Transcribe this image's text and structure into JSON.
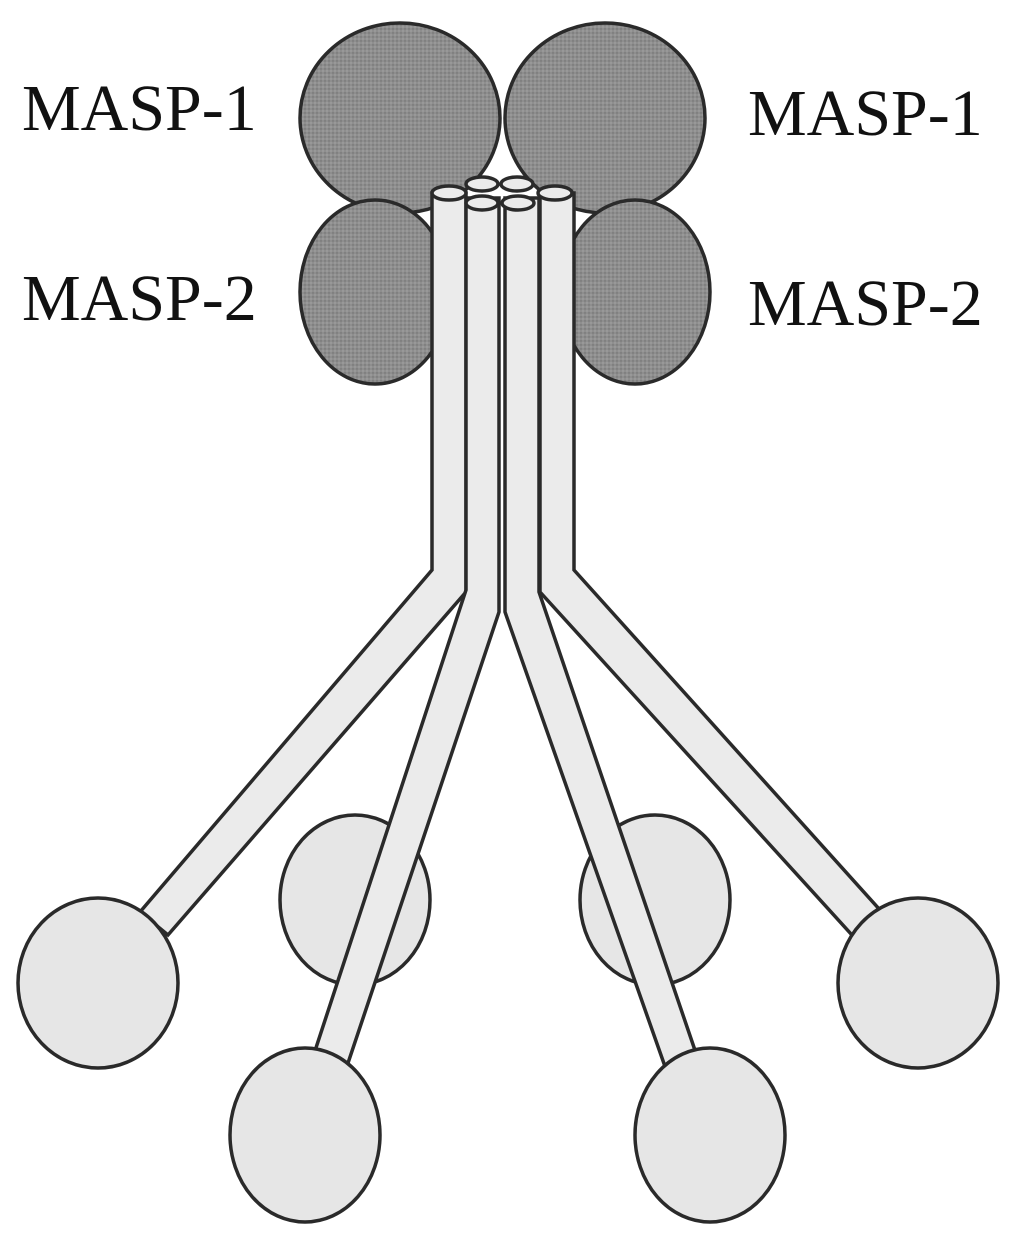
{
  "diagram": {
    "labels": {
      "masp1_left": "MASP-1",
      "masp1_right": "MASP-1",
      "masp2_left": "MASP-2",
      "masp2_right": "MASP-2"
    },
    "colors": {
      "masp_fill": "#8c8c8c",
      "head_fill": "#e6e6e6",
      "stalk_fill": "#ebebeb",
      "outline": "#2a2a2a"
    }
  }
}
